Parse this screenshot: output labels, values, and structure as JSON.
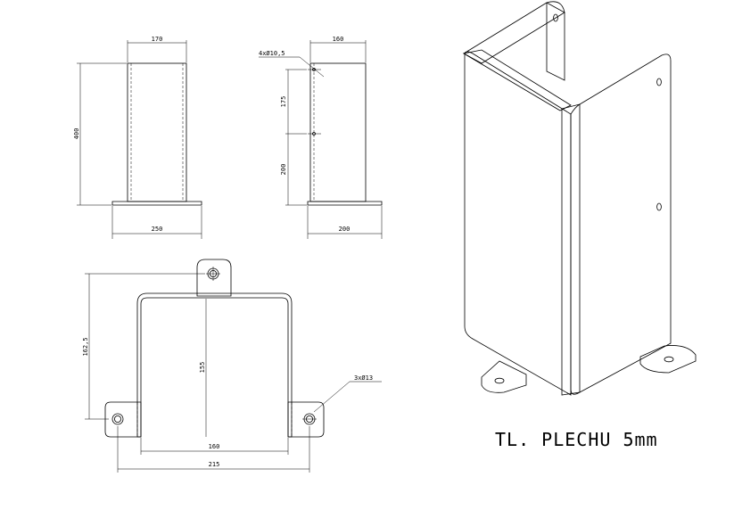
{
  "views": {
    "front": {
      "dim_width": "170",
      "dim_height": "400",
      "dim_base": "250"
    },
    "side": {
      "dim_width": "160",
      "dim_hole_spacing": "175",
      "dim_lower": "200",
      "dim_base": "200",
      "hole_callout": "4xØ10,5"
    },
    "top": {
      "dim_depth": "162,5",
      "dim_inner": "155",
      "dim_span": "160",
      "dim_total": "215",
      "hole_callout": "3xØ13"
    }
  },
  "note": "TL. PLECHU 5mm",
  "colors": {
    "sheet": "#f2c43c",
    "sheet_shade": "#d9aa2e",
    "line": "#000000"
  }
}
